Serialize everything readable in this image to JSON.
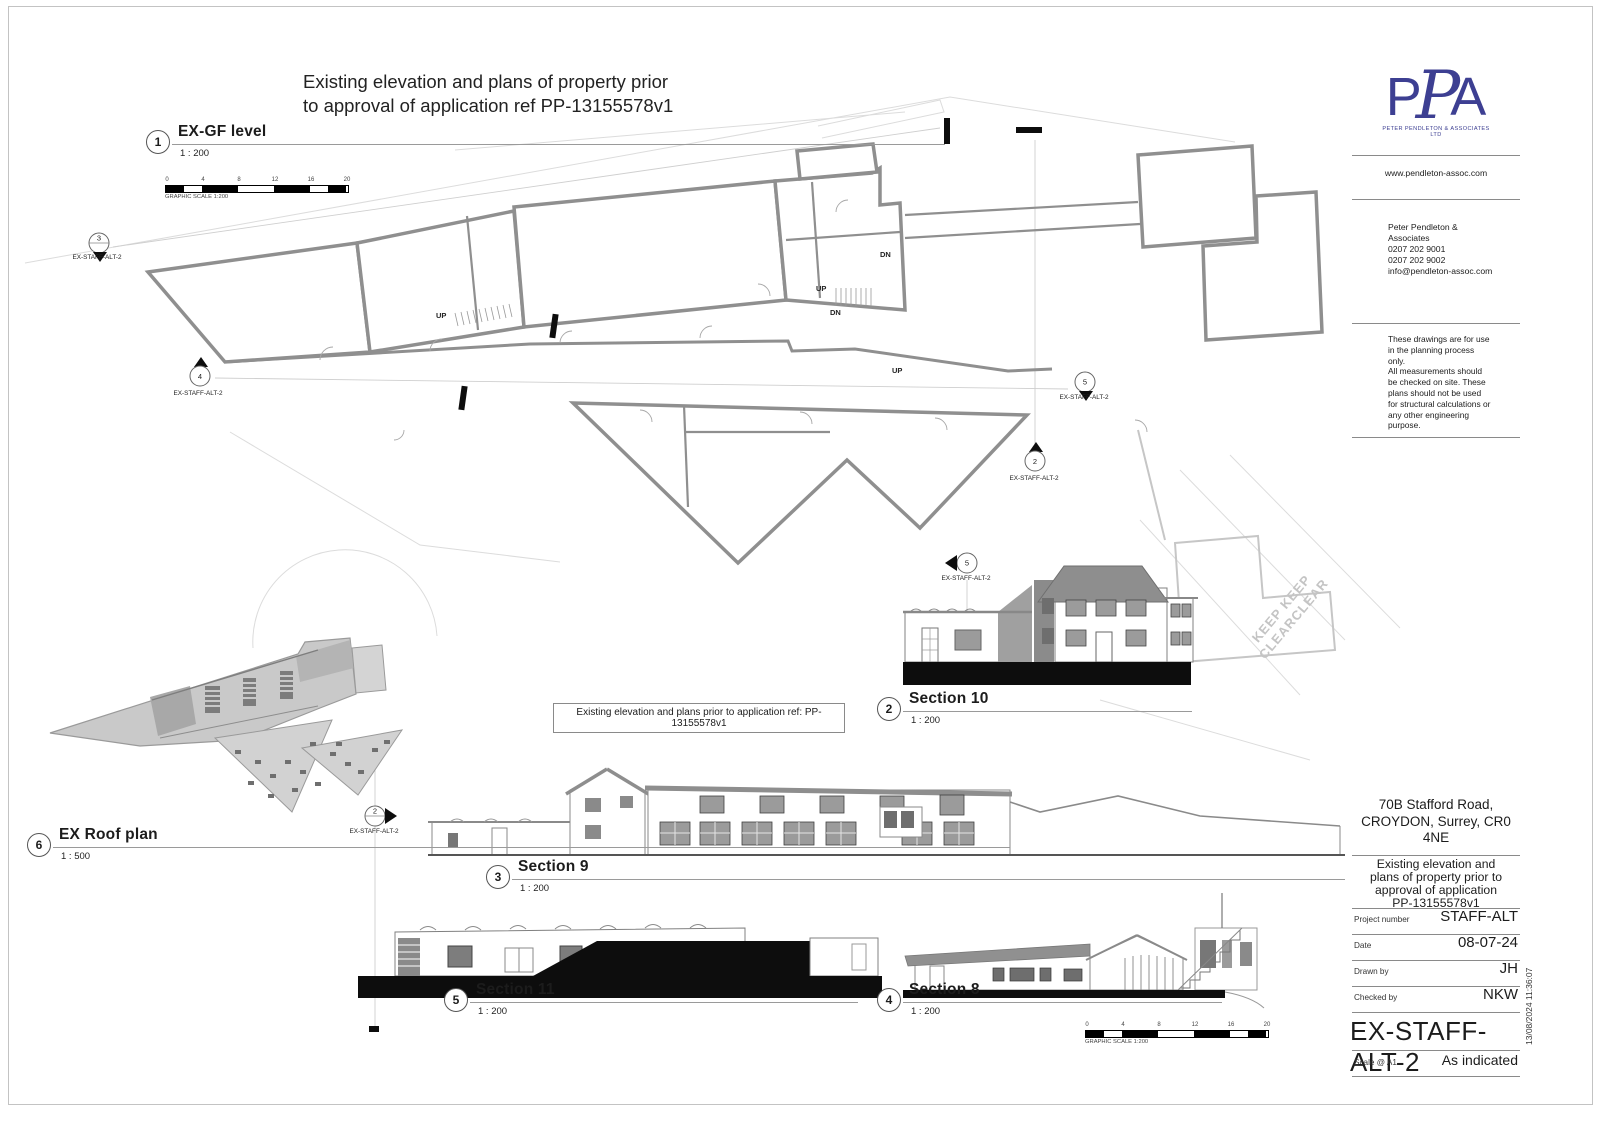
{
  "page": {
    "top_title": "Existing elevation and plans of property prior\nto approval of application ref PP-13155578v1",
    "caption_box": "Existing elevation and plans prior to application ref: PP-13155578v1",
    "keep_clear": "KEEP KEEP\nCLEARCLEAR",
    "timestamp": "13/08/2024 11:36:07"
  },
  "views": {
    "gf": {
      "num": "1",
      "title": "EX-GF level",
      "scale": "1 : 200"
    },
    "s10": {
      "num": "2",
      "title": "Section 10",
      "scale": "1 : 200"
    },
    "s9": {
      "num": "3",
      "title": "Section 9",
      "scale": "1 : 200"
    },
    "s8": {
      "num": "4",
      "title": "Section 8",
      "scale": "1 : 200"
    },
    "s11": {
      "num": "5",
      "title": "Section 11",
      "scale": "1 : 200"
    },
    "roof": {
      "num": "6",
      "title": "EX Roof plan",
      "scale": "1 : 500"
    }
  },
  "plan": {
    "up": "UP",
    "dn": "DN"
  },
  "scale_bar": {
    "caption": "GRAPHIC SCALE 1:200",
    "ticks": [
      "0",
      "4",
      "8",
      "12",
      "16",
      "20"
    ]
  },
  "marker": {
    "label": "EX-STAFF-ALT-2",
    "m2": "2",
    "m3": "3",
    "m4": "4",
    "m5": "5"
  },
  "title_block": {
    "logo_p1": "P",
    "logo_p2": "P",
    "logo_a": "A",
    "logo_subtitle": "PETER PENDLETON & ASSOCIATES LTD",
    "website": "www.pendleton-assoc.com",
    "contact": "Peter Pendleton &\nAssociates\n0207 202 9001\n0207 202 9002\ninfo@pendleton-assoc.com",
    "disclaimer": "These drawings are for use\nin the planning process\nonly.\nAll measurements should\nbe checked on site. These\nplans should not be used\nfor structural calculations or\nany other engineering\npurpose.",
    "address": "70B Stafford Road,\nCROYDON, Surrey, CR0\n4NE",
    "project_title": "Existing elevation and\nplans of property prior  to\napproval of application\nPP-13155578v1",
    "project_number_label": "Project number",
    "project_number": "STAFF-ALT",
    "date_label": "Date",
    "date": "08-07-24",
    "drawn_by_label": "Drawn by",
    "drawn_by": "JH",
    "checked_by_label": "Checked by",
    "checked_by": "NKW",
    "drawing_number": "EX-STAFF-ALT-2",
    "scale_label": "Scale @ A1",
    "scale_value": "As indicated"
  },
  "colors": {
    "logo_blue": "#3d3f92",
    "wall_gray": "#8f8f8f",
    "roof_gray": "#8e8e8e",
    "poche_black": "#0d0d0d"
  }
}
